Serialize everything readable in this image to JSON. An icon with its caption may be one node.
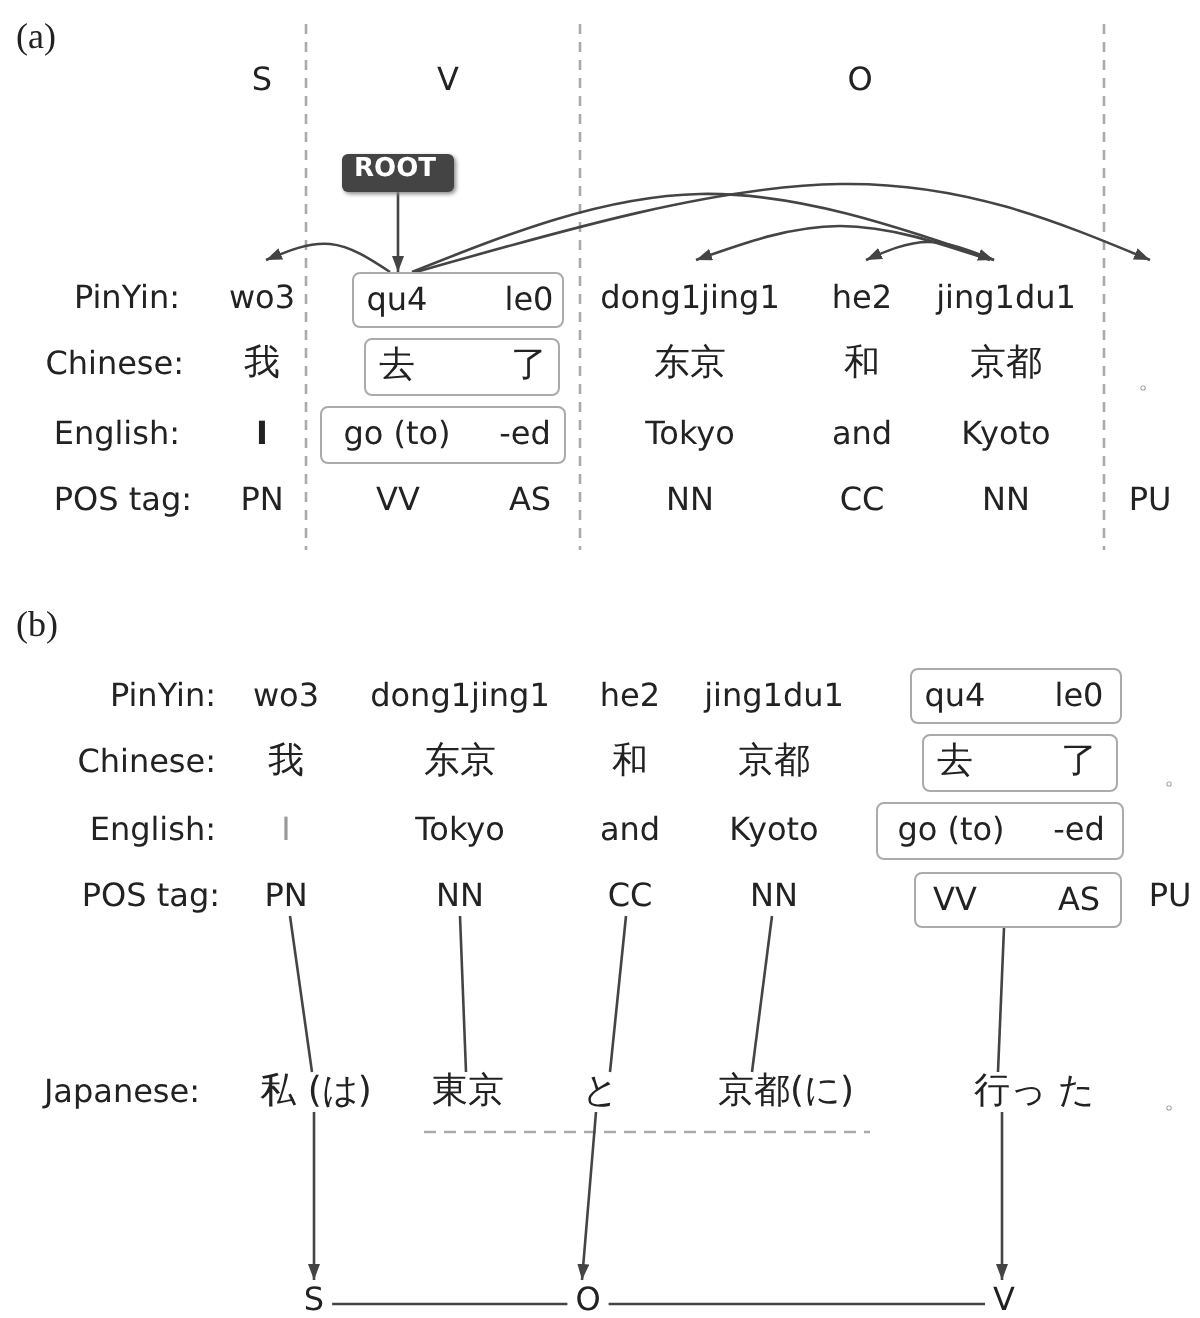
{
  "diagram": {
    "nodes": [
      {
        "text": [
          "ROOT"
        ]
      },
      {
        "text": [
          "wo3"
        ]
      },
      {
        "text": [
          "qu4",
          "le0"
        ]
      },
      {
        "text": [
          "dong1jing1"
        ]
      },
      {
        "text": [
          "he2"
        ]
      },
      {
        "text": [
          "jing1du1"
        ]
      },
      {
        "text": [
          "去",
          "了"
        ]
      },
      {
        "text": [
          "go (to)",
          "-ed"
        ]
      },
      {
        "text": [
          "qu4",
          "le0"
        ]
      },
      {
        "text": [
          "去",
          "了"
        ]
      },
      {
        "text": [
          "go (to)",
          "-ed"
        ]
      },
      {
        "text": [
          "PN"
        ]
      },
      {
        "text": [
          "NN"
        ]
      },
      {
        "text": [
          "CC"
        ]
      },
      {
        "text": [
          "NN"
        ]
      },
      {
        "text": [
          "VV",
          "AS"
        ]
      },
      {
        "text": [
          "私 (は)"
        ]
      },
      {
        "text": [
          "東京"
        ]
      },
      {
        "text": [
          "と"
        ]
      },
      {
        "text": [
          "京都(に)"
        ]
      },
      {
        "text": [
          "行っ た"
        ]
      },
      {
        "text": [
          "S"
        ]
      },
      {
        "text": [
          "O"
        ]
      },
      {
        "text": [
          "V"
        ]
      }
    ],
    "edges": [
      {
        "from": 0,
        "to": 2,
        "arrow": "to"
      },
      {
        "from": 2,
        "to": 1,
        "arrow": "to"
      },
      {
        "from": 2,
        "to": 5,
        "arrow": "to"
      },
      {
        "from": 2,
        "to": null,
        "arrow": "to"
      },
      {
        "from": 5,
        "to": 3,
        "arrow": "to"
      },
      {
        "from": 5,
        "to": 4,
        "arrow": "to"
      },
      {
        "from": 11,
        "to": 16,
        "arrow": "none"
      },
      {
        "from": 12,
        "to": 17,
        "arrow": "none"
      },
      {
        "from": 13,
        "to": 18,
        "arrow": "none"
      },
      {
        "from": 14,
        "to": 19,
        "arrow": "none"
      },
      {
        "from": 15,
        "to": 20,
        "arrow": "none"
      },
      {
        "from": 16,
        "to": 21,
        "arrow": "to"
      },
      {
        "from": 18,
        "to": 22,
        "arrow": "to"
      },
      {
        "from": 20,
        "to": 23,
        "arrow": "to"
      },
      {
        "from": 21,
        "to": 22,
        "arrow": "none"
      },
      {
        "from": 22,
        "to": 23,
        "arrow": "none"
      }
    ],
    "labels": [
      "(a)",
      "S",
      "V",
      "O",
      "PinYin:",
      "Chinese:",
      "我",
      "东京",
      "和",
      "京都",
      "。",
      "English:",
      "I",
      "Tokyo",
      "and",
      "Kyoto",
      "POS tag:",
      "PN",
      "VV",
      "AS",
      "NN",
      "CC",
      "NN",
      "PU",
      "(b)",
      "PinYin:",
      "wo3",
      "dong1jing1",
      "he2",
      "jing1du1",
      "Chinese:",
      "我",
      "东京",
      "和",
      "京都",
      "。",
      "English:",
      "I",
      "Tokyo",
      "and",
      "Kyoto",
      "POS tag:",
      "PU",
      "Japanese:",
      "。"
    ]
  }
}
